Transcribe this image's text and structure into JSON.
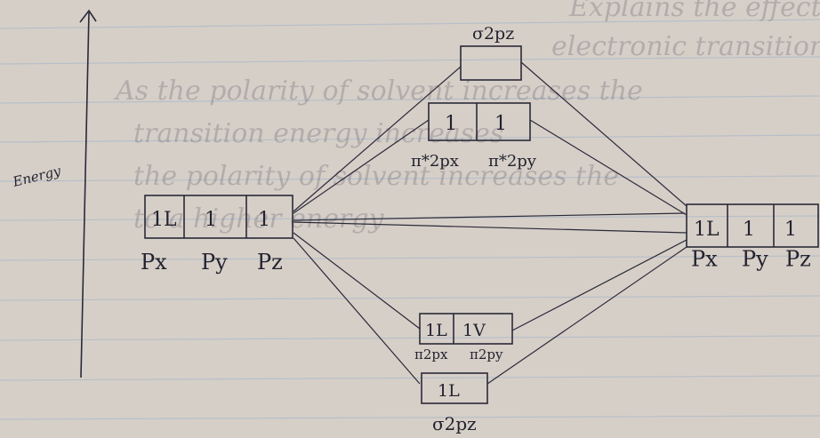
{
  "energy_label": "Energy",
  "top_orbital_label": "σ2pz",
  "pi_star_labels": [
    "π*2px",
    "π*2py"
  ],
  "pi_star_electrons": [
    "1",
    "1"
  ],
  "left_atom": {
    "electrons": [
      "1L",
      "1",
      "1"
    ],
    "labels": [
      "Px",
      "Py",
      "Pz"
    ]
  },
  "right_atom": {
    "electrons": [
      "1L",
      "1",
      "1"
    ],
    "labels": [
      "Px",
      "Py",
      "Pz"
    ]
  },
  "pi_labels": [
    "π2px",
    "π2py"
  ],
  "pi_electrons": [
    "1L",
    "1V"
  ],
  "sigma_electrons": "1L",
  "sigma_label": "σ2pz",
  "background_text": [
    "Explains the effect of solvent on",
    "electronic transition.",
    "As the polarity of solvent increases the",
    "transition energy increases",
    "the polarity of solvent increases the",
    "to a higher energy"
  ]
}
